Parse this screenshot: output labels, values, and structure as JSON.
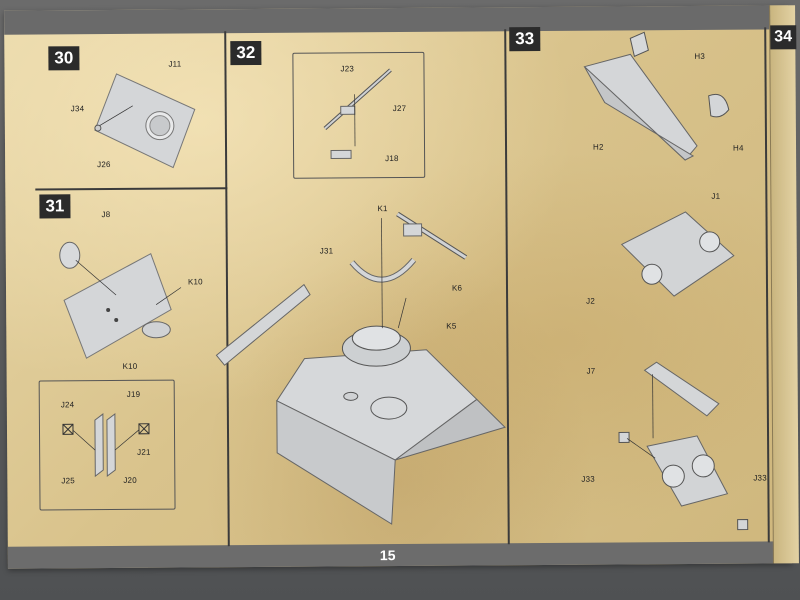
{
  "page": {
    "number": "15",
    "next_step": "34"
  },
  "steps": {
    "s30": {
      "number": "30",
      "labels": {
        "j11": "J11",
        "j34": "J34",
        "j26": "J26"
      }
    },
    "s31": {
      "number": "31",
      "labels": {
        "j8": "J8",
        "k10a": "K10",
        "k10b": "K10",
        "j24": "J24",
        "j19": "J19",
        "j21": "J21",
        "j25": "J25",
        "j20": "J20"
      }
    },
    "s32": {
      "number": "32",
      "labels": {
        "j23": "J23",
        "j27": "J27",
        "j18": "J18",
        "k1": "K1",
        "j31": "J31",
        "k6": "K6",
        "k5": "K5"
      }
    },
    "s33": {
      "number": "33",
      "labels": {
        "h3": "H3",
        "h2": "H2",
        "h4": "H4",
        "j1": "J1",
        "j2": "J2",
        "j7": "J7",
        "j33a": "J33",
        "j33b": "J33"
      }
    }
  },
  "colors": {
    "paper": "#dcc690",
    "badge": "#2b2b2b",
    "part": "#d4d6d8",
    "frame": "#6a6a6a"
  }
}
